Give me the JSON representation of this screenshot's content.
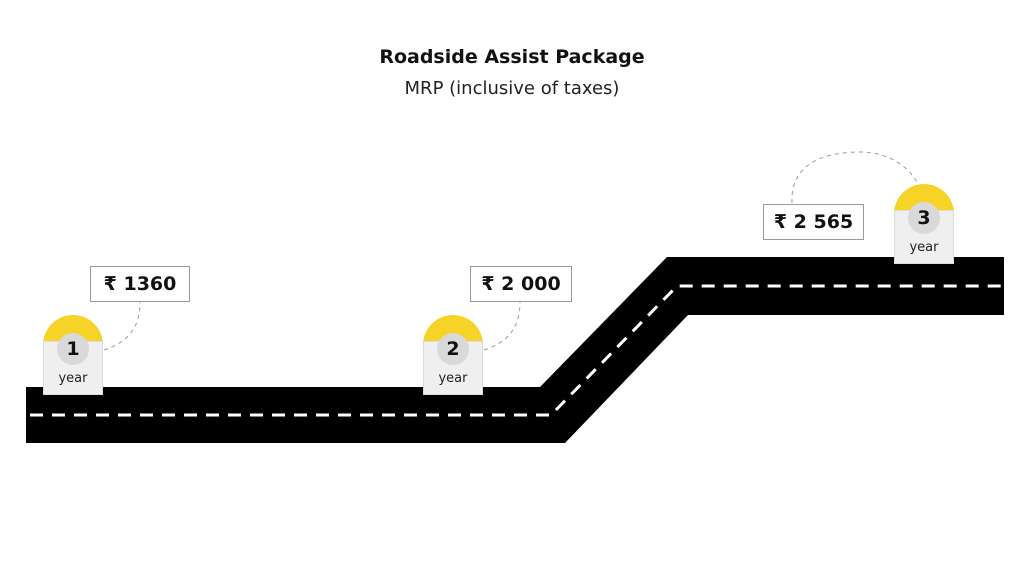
{
  "header": {
    "title": "Roadside Assist Package",
    "subtitle": "MRP (inclusive of taxes)"
  },
  "milestones": [
    {
      "number": "1",
      "unit": "year",
      "price": "₹ 1360"
    },
    {
      "number": "2",
      "unit": "year",
      "price": "₹ 2 000"
    },
    {
      "number": "3",
      "unit": "year",
      "price": "₹ 2 565"
    }
  ],
  "colors": {
    "road": "#000000",
    "lane_marking": "#ffffff",
    "milestone_cap": "#f6d327",
    "milestone_post": "#efefef",
    "number_badge": "#d9d9d9",
    "connector": "#9a9a9a"
  }
}
